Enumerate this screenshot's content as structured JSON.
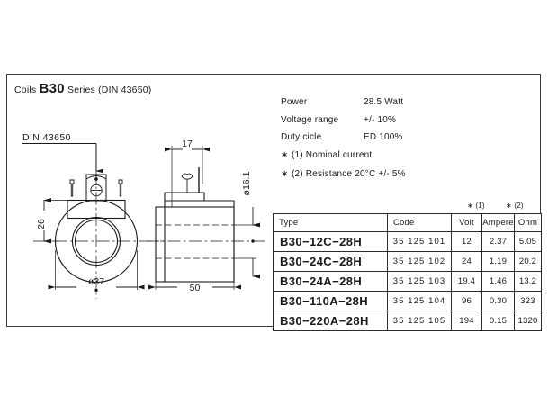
{
  "sheet": {
    "background_color": "#ffffff",
    "frame_color": "#3a3a3a"
  },
  "title": {
    "lead": "Coils",
    "model": "B30",
    "tail": "Series (DIN 43650)",
    "full": "Coils B30 Series (DIN 43650)"
  },
  "specs": {
    "rows": [
      {
        "label": "Power",
        "value": "28.5 Watt"
      },
      {
        "label": "Voltage range",
        "value": "+/- 10%"
      },
      {
        "label": "Duty cicle",
        "value": "ED 100%"
      }
    ],
    "notes": [
      {
        "bullet": "∗",
        "text": "(1) Nominal current"
      },
      {
        "bullet": "∗",
        "text": "(2) Resistance 20°C +/- 5%"
      }
    ]
  },
  "table": {
    "footnotes": [
      {
        "bullet": "∗",
        "text": "(1)"
      },
      {
        "bullet": "∗",
        "text": "(2)"
      }
    ],
    "headers": {
      "type": "Type",
      "code": "Code",
      "volt": "Volt",
      "ampere": "Ampere",
      "ohm": "Ohm"
    },
    "rows": [
      {
        "type": "B30−12C−28H",
        "code": "35 125 101",
        "volt": "12",
        "ampere": "2.37",
        "ohm": "5.05"
      },
      {
        "type": "B30−24C−28H",
        "code": "35 125 102",
        "volt": "24",
        "ampere": "1.19",
        "ohm": "20.2"
      },
      {
        "type": "B30−24A−28H",
        "code": "35 125 103",
        "volt": "19.4",
        "ampere": "1.46",
        "ohm": "13.2"
      },
      {
        "type": "B30−110A−28H",
        "code": "35 125 104",
        "volt": "96",
        "ampere": "0.30",
        "ohm": "323"
      },
      {
        "type": "B30−220A−28H",
        "code": "35 125 105",
        "volt": "194",
        "ampere": "0.15",
        "ohm": "1320"
      }
    ]
  },
  "drawing": {
    "front_view": {
      "callout_label": "DIN 43650",
      "dim_height": "26",
      "dim_diameter": "ø37"
    },
    "side_view": {
      "dim_connector_width": "17",
      "dim_body_length": "50",
      "dim_bore_diameter": "ø16.1"
    },
    "line_color": "#1a1a1a"
  }
}
